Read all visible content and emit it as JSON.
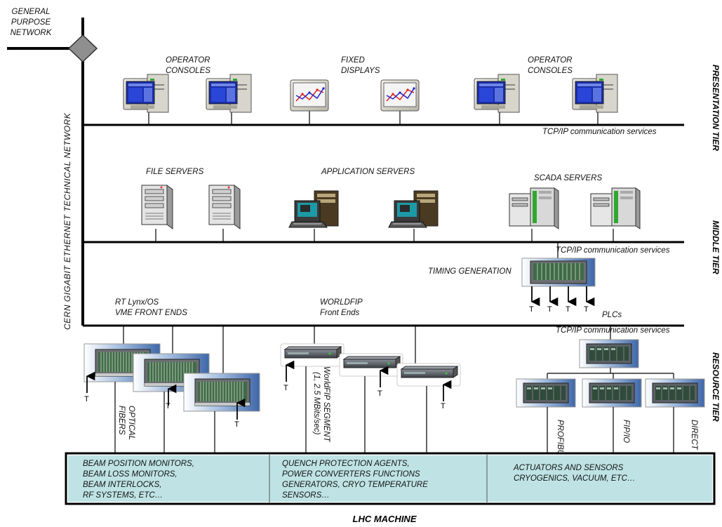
{
  "network": {
    "general_purpose": [
      "GENERAL",
      "PURPOSE",
      "NETWORK"
    ],
    "backbone": "CERN  GIGABIT  ETHERNET  TECHNICAL  NETWORK"
  },
  "tiers": {
    "presentation": "PRESENTATION TIER",
    "middle": "MIDDLE TIER",
    "resource": "RESOURCE TIER"
  },
  "presentation": {
    "operator_consoles_left": [
      "OPERATOR",
      "CONSOLES"
    ],
    "fixed_displays": [
      "FIXED",
      "DISPLAYS"
    ],
    "operator_consoles_right": [
      "OPERATOR",
      "CONSOLES"
    ],
    "services": "TCP/IP communication services"
  },
  "middle": {
    "file_servers": "FILE SERVERS",
    "application_servers": "APPLICATION SERVERS",
    "scada_servers": "SCADA SERVERS",
    "services": "TCP/IP communication services",
    "timing_generation": "TIMING GENERATION"
  },
  "resource": {
    "vme": [
      "RT Lynx/OS",
      "VME FRONT ENDS"
    ],
    "worldfip": [
      "WORLDFIP",
      "Front Ends"
    ],
    "plcs": "PLCs",
    "services": "TCP/IP communication services",
    "optical_fibers": [
      "OPTICAL",
      "FIBERS"
    ],
    "worldfip_segment": [
      "WorldFIP SEGMENT",
      "(1, 2.5 MBits/sec)"
    ],
    "profibus": "PROFIBUS",
    "fipio": "FIP/IO",
    "direct_io": "DIRECT I/O",
    "t_label": "T"
  },
  "lhc": {
    "col1": [
      "BEAM POSITION MONITORS,",
      "BEAM LOSS MONITORS,",
      "BEAM INTERLOCKS,",
      "RF SYSTEMS, ETC…"
    ],
    "col2": [
      "QUENCH PROTECTION AGENTS,",
      "POWER CONVERTERS FUNCTIONS",
      "GENERATORS, CRYO TEMPERATURE",
      "SENSORS…"
    ],
    "col3": [
      "ACTUATORS AND SENSORS",
      "CRYOGENICS, VACUUM, ETC…"
    ],
    "title": "LHC MACHINE"
  },
  "colors": {
    "line": "#000000",
    "box_fill": "#bfe3e4",
    "screen": "#1b2ea8",
    "crate_sky": "#6b8fc4"
  }
}
